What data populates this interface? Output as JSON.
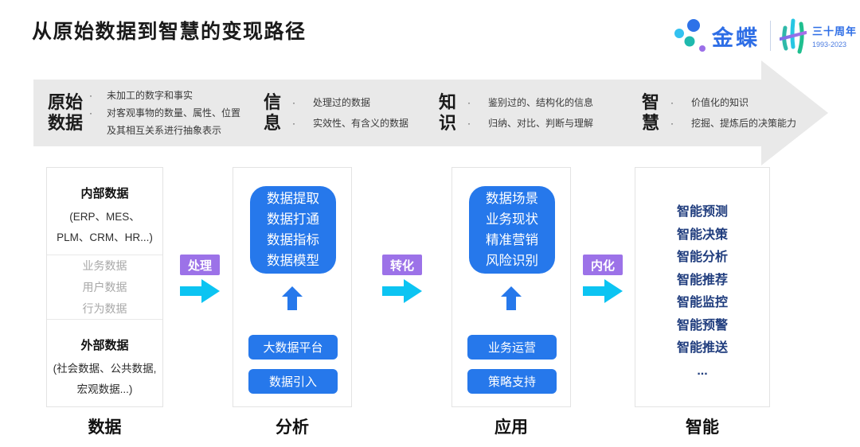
{
  "title": "从原始数据到智慧的变现路径",
  "logo": {
    "brand": "金蝶",
    "anniversary_line1": "三十周年",
    "anniversary_line2": "1993-2023"
  },
  "banner": {
    "stages": [
      {
        "name_line1": "原始",
        "name_line2": "数据",
        "points": [
          "未加工的数字和事实",
          "对客观事物的数量、属性、位置及其相互关系进行抽象表示"
        ]
      },
      {
        "name_line1": "信",
        "name_line2": "息",
        "points": [
          "处理过的数据",
          "实效性、有含义的数据"
        ]
      },
      {
        "name_line1": "知",
        "name_line2": "识",
        "points": [
          "鉴别过的、结构化的信息",
          "归纳、对比、判断与理解"
        ]
      },
      {
        "name_line1": "智",
        "name_line2": "慧",
        "points": [
          "价值化的知识",
          "挖掘、提炼后的决策能力"
        ]
      }
    ]
  },
  "flow": {
    "arrows": [
      {
        "label": "处理"
      },
      {
        "label": "转化"
      },
      {
        "label": "内化"
      }
    ],
    "columns": [
      {
        "label": "数据",
        "internal": {
          "title": "内部数据",
          "subtitle": "(ERP、MES、PLM、CRM、HR...)"
        },
        "middle_items": [
          "业务数据",
          "用户数据",
          "行为数据"
        ],
        "external": {
          "title": "外部数据",
          "subtitle": "(社会数据、公共数据, 宏观数据...)"
        }
      },
      {
        "label": "分析",
        "process_lines": [
          "数据提取",
          "数据打通",
          "数据指标",
          "数据模型"
        ],
        "buttons": [
          "大数据平台",
          "数据引入"
        ]
      },
      {
        "label": "应用",
        "process_lines": [
          "数据场景",
          "业务现状",
          "精准营销",
          "风险识别"
        ],
        "buttons": [
          "业务运营",
          "策略支持"
        ]
      },
      {
        "label": "智能",
        "items": [
          "智能预测",
          "智能决策",
          "智能分析",
          "智能推荐",
          "智能监控",
          "智能预警",
          "智能推送",
          "..."
        ]
      }
    ]
  },
  "colors": {
    "accent_blue": "#2678EB",
    "step_purple": "#9C72E8",
    "arrow_cyan": "#0CC4F2",
    "navy_text": "#1F3C7D",
    "banner_gray": "#E9E9E9",
    "brand_blue": "#2E6EE6"
  }
}
